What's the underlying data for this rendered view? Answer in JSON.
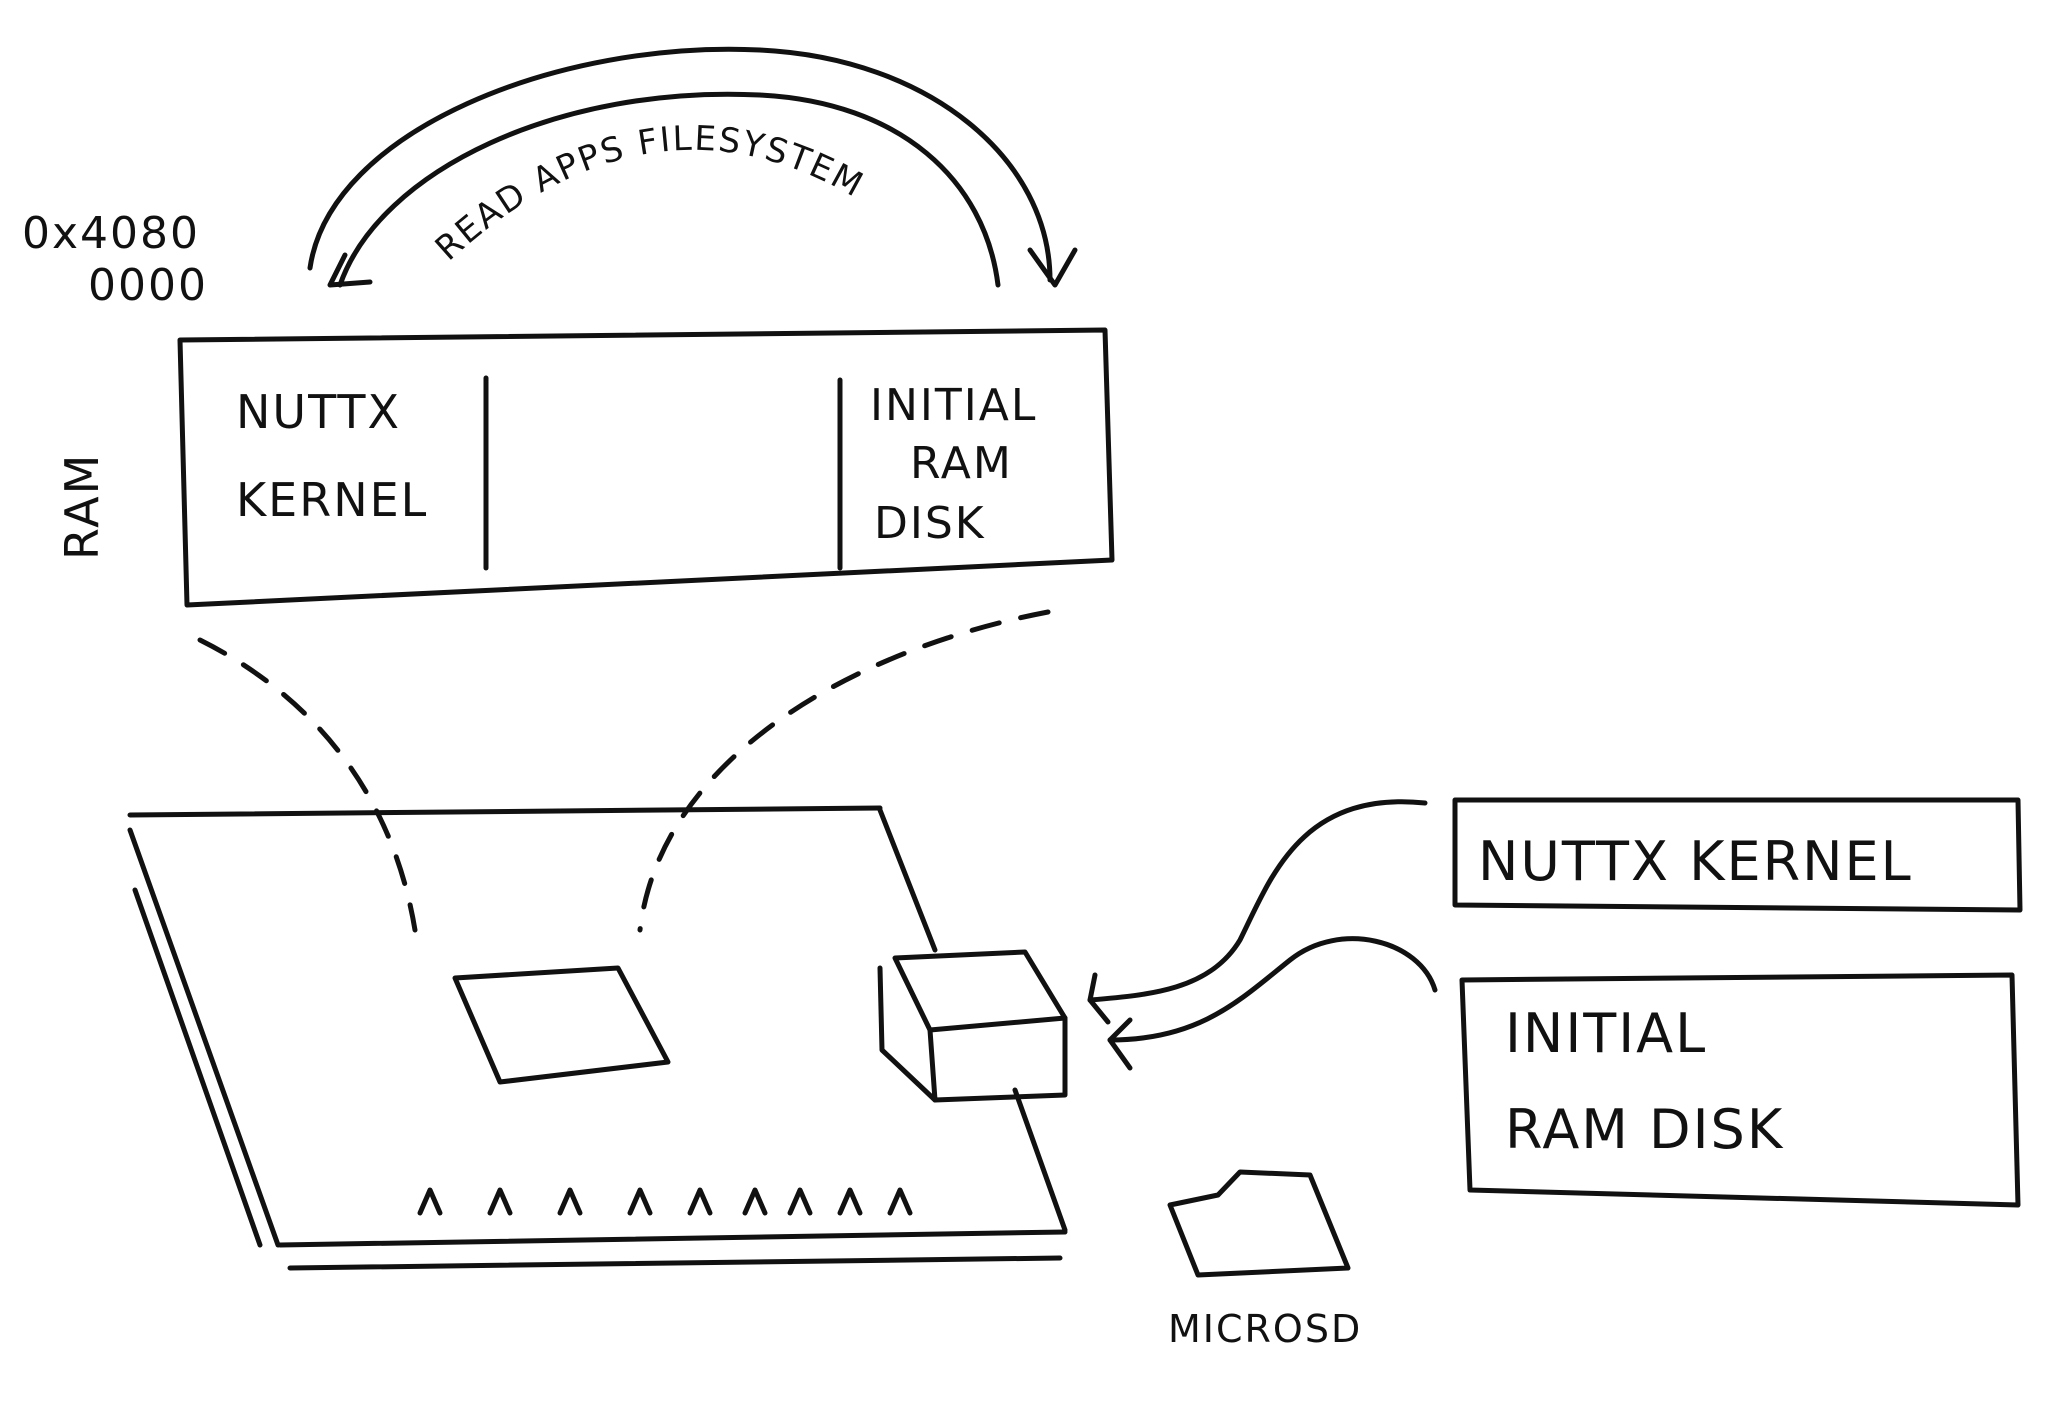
{
  "ram": {
    "address_line1": "0x4080",
    "address_line2": "0000",
    "label": "RAM",
    "kernel_line1": "NUTTX",
    "kernel_line2": "KERNEL",
    "initrd_line1": "INITIAL",
    "initrd_line2": "RAM",
    "initrd_line3": "DISK"
  },
  "arrow": {
    "label": "READ APPS FILESYSTEM"
  },
  "files": {
    "kernel_label": "NUTTX KERNEL",
    "initrd_line1": "INITIAL",
    "initrd_line2": "RAM DISK"
  },
  "sd": {
    "label": "MICROSD"
  },
  "colors": {
    "ink": "#111111",
    "paper": "#ffffff"
  }
}
